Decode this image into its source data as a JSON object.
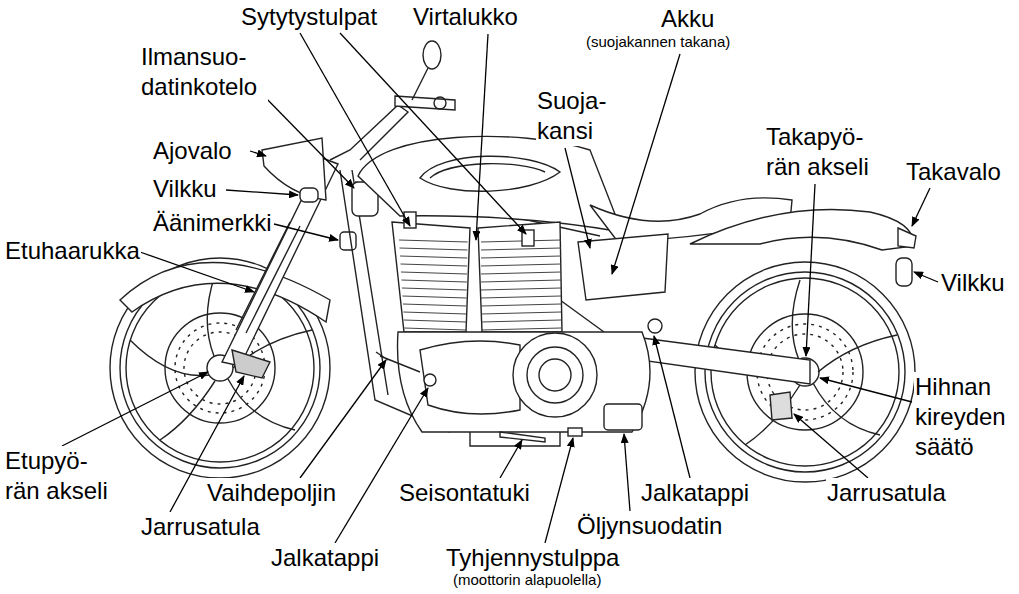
{
  "diagram": {
    "labels": [
      "Sytytystulpat",
      "Virtalukko",
      "Akku",
      "(suojakannen takana)",
      "Ilmansuo- datinkotelo",
      "Suoja- kansi",
      "Ajovalo",
      "Vilkku",
      "Äänimerkki",
      "Takapyö- rän akseli",
      "Takavalo",
      "Etuhaarukka",
      "Vilkku",
      "Hihnan kireyden säätö",
      "Etupyö- rän akseli",
      "Vaihdepoljin",
      "Seisontatuki",
      "Jalkatappi",
      "Jarrusatula",
      "Jarrusatula",
      "Öljynsuodatin",
      "Jalkatappi",
      "Tyhjennystulppa",
      "(moottorin alapuolella)"
    ]
  }
}
